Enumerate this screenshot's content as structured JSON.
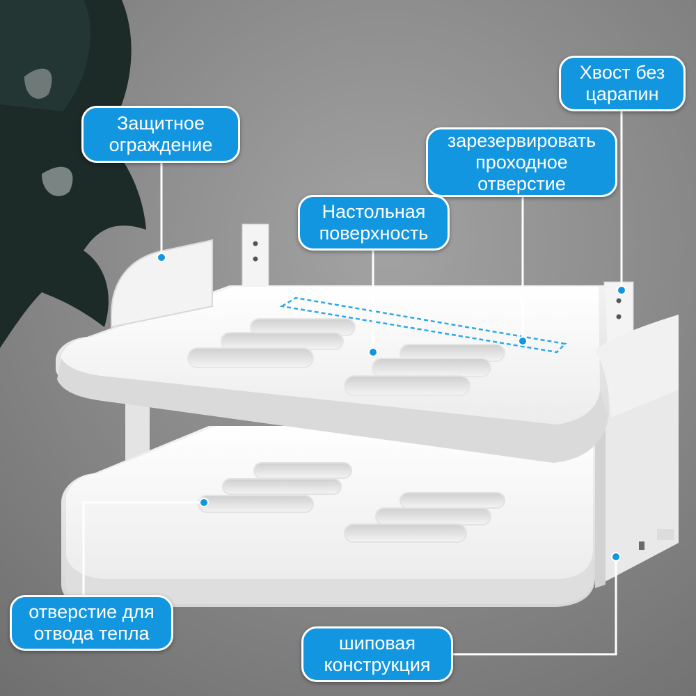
{
  "callouts": {
    "guard": "Защитное\nограждение",
    "tail": "Хвост без\nцарапин",
    "reserve": "зарезервировать\nпроходное\nотверстие",
    "surface": "Настольная\nповерхность",
    "heat": "отверстие для\nотвода тепла",
    "tenon": "шиповая\nконструкция"
  },
  "colors": {
    "accent": "#1296e0",
    "background": "#8a8a8a",
    "shelf": "#f7f7f7",
    "leaf": "#1c2a28"
  }
}
